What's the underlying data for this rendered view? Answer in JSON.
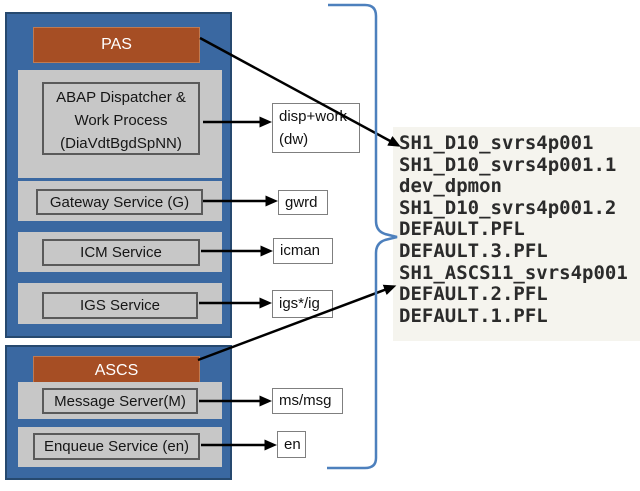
{
  "pas": {
    "header": "PAS",
    "services": [
      {
        "label": "ABAP Dispatcher &\nWork Process\n(DiaVdtBgdSpNN)",
        "process": "disp+work\n(dw)"
      },
      {
        "label": "Gateway Service (G)",
        "process": "gwrd"
      },
      {
        "label": "ICM Service",
        "process": "icman"
      },
      {
        "label": "IGS Service",
        "process": "igs*/ig"
      }
    ]
  },
  "ascs": {
    "header": "ASCS",
    "services": [
      {
        "label": "Message Server(M)",
        "process": "ms/msg"
      },
      {
        "label": "Enqueue Service (en)",
        "process": "en"
      }
    ]
  },
  "profiles": {
    "lines": [
      "SH1_D10_svrs4p001",
      "SH1_D10_svrs4p001.1",
      "dev_dpmon",
      "SH1_D10_svrs4p001.2",
      "DEFAULT.PFL",
      "DEFAULT.3.PFL",
      "SH1_ASCS11_svrs4p001",
      "DEFAULT.2.PFL",
      "DEFAULT.1.PFL"
    ]
  },
  "colors": {
    "container_blue": "#3a68a1",
    "container_border": "#26496f",
    "header_orange": "#a64e24",
    "box_gray": "#c7c7c7",
    "box_border_dark": "#5a5a5a",
    "process_box_border": "#7f7f7f",
    "brace_blue": "#4d80bd",
    "arrow_black": "#000000",
    "profile_text": "#2b2b2b",
    "profile_panel_bg": "#f5f4ee"
  }
}
